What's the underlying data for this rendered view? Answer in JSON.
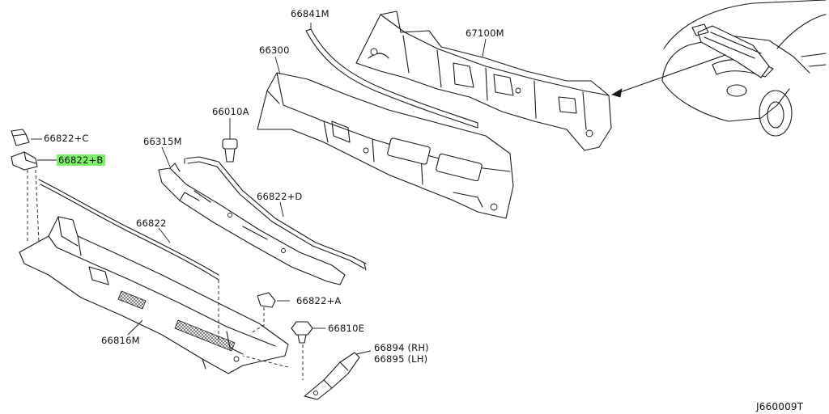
{
  "parts": {
    "p66841M": "66841M",
    "p67100M": "67100M",
    "p66300": "66300",
    "p66010A": "66010A",
    "p66822C": "66822+C",
    "p66822B": "66822+B",
    "p66315M": "66315M",
    "p66822D": "66822+D",
    "p66822": "66822",
    "p66822A": "66822+A",
    "p66810E": "66810E",
    "p66816M": "66816M",
    "p66894": "66894 (RH)",
    "p66895": "66895 (LH)"
  },
  "diagram_id": "J660009T",
  "highlight_color": "#7ef06a"
}
